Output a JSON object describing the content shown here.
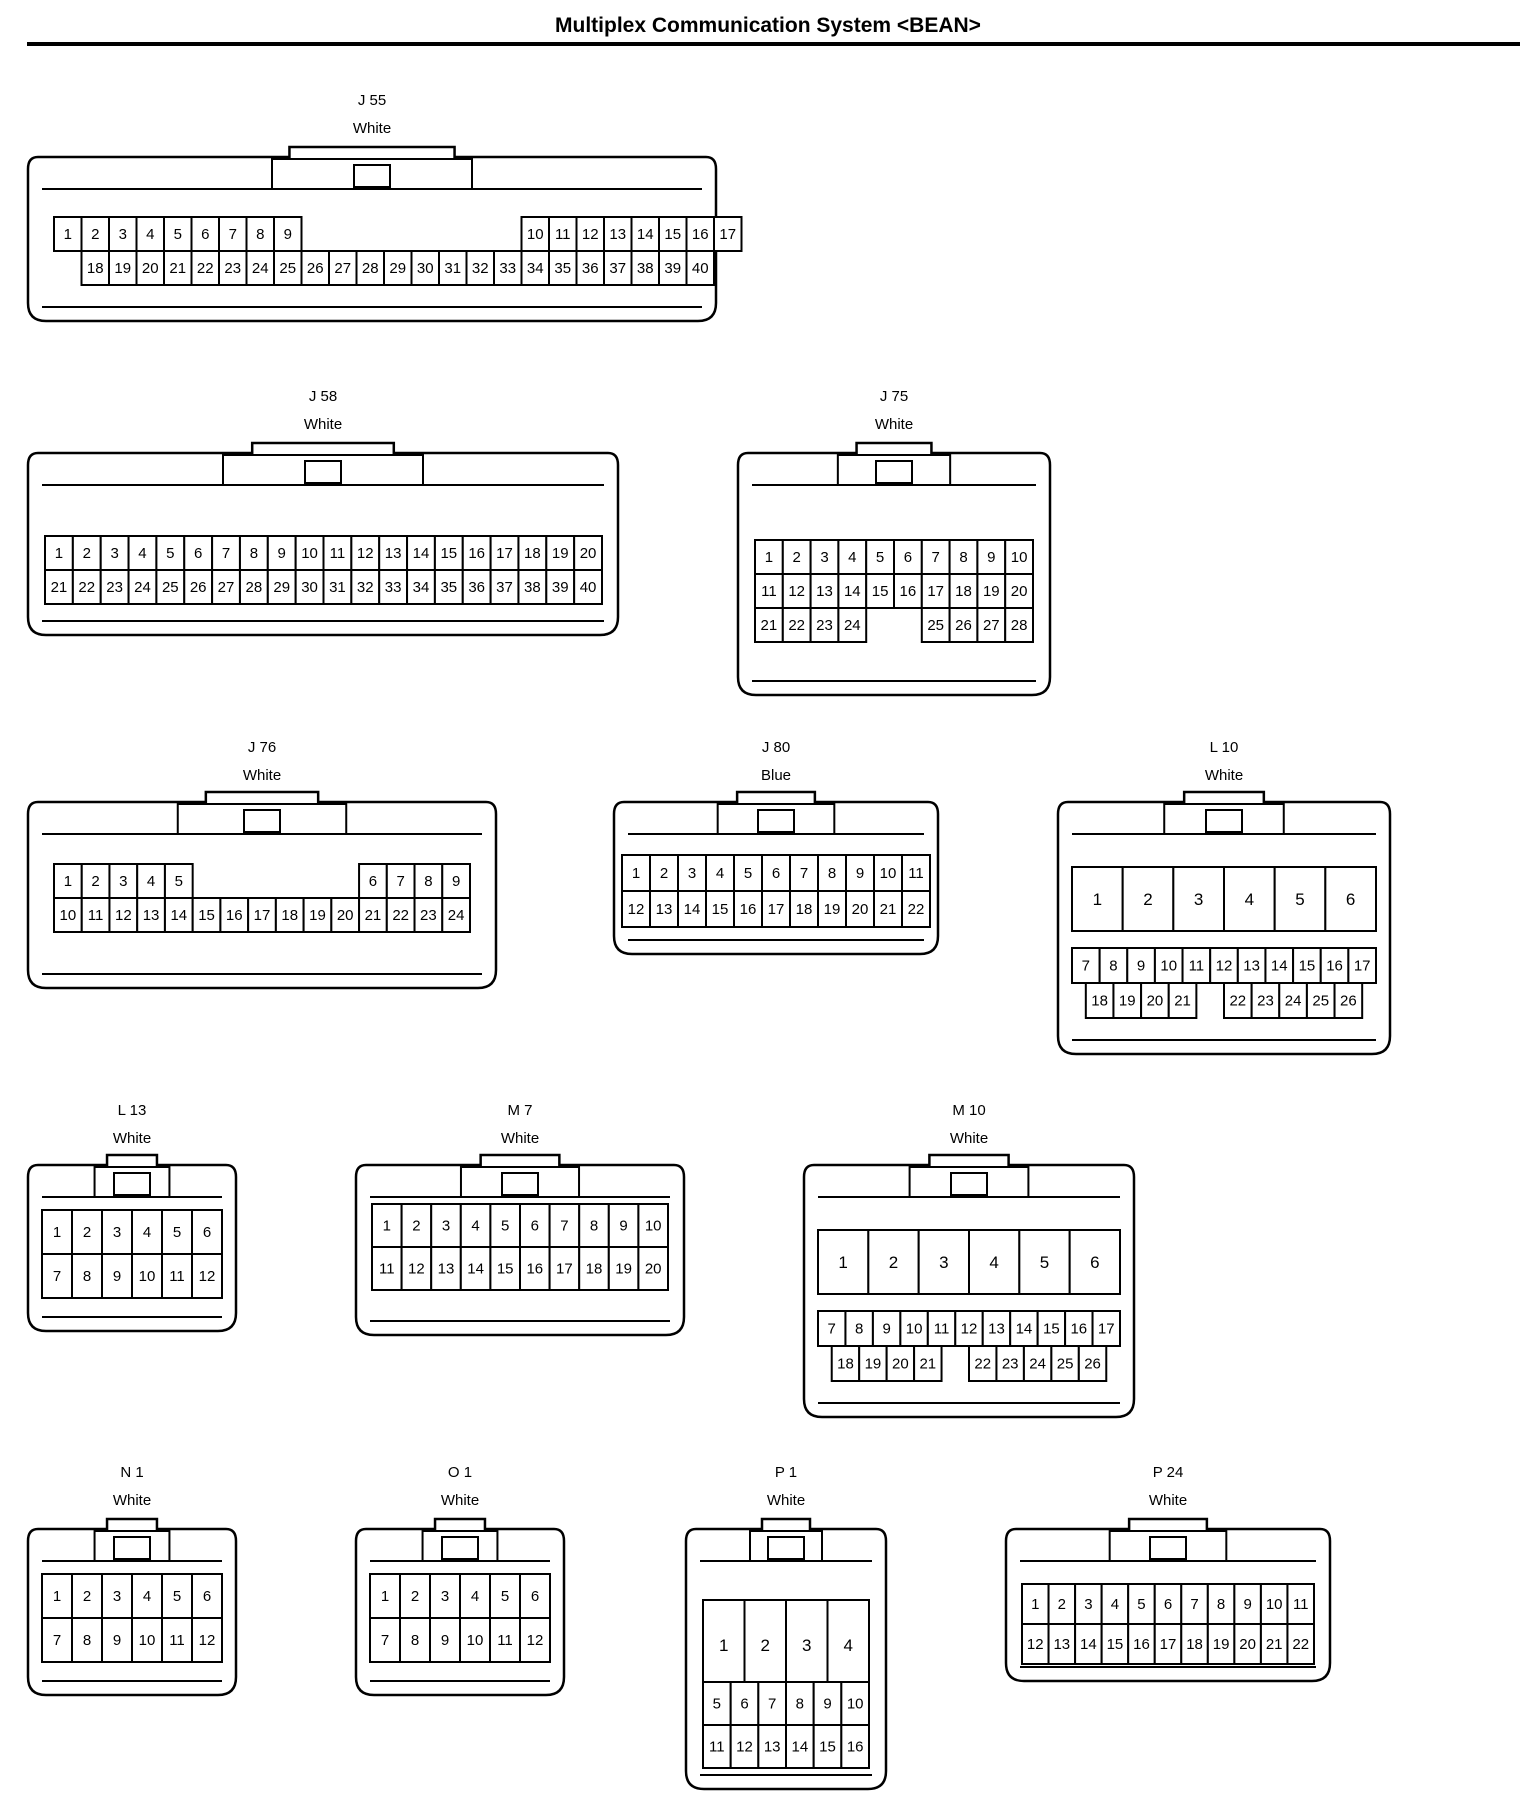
{
  "page_title": "Multiplex Communication System <BEAN>",
  "connectors": [
    {
      "id": "J 55",
      "color": "White",
      "style": "wide",
      "rows": [
        [
          "1",
          "2",
          "3",
          "4",
          "5",
          "6",
          "7",
          "8",
          "9",
          "",
          "",
          "",
          "",
          "",
          "",
          "",
          "",
          "10",
          "11",
          "12",
          "13",
          "14",
          "15",
          "16",
          "17"
        ],
        [
          "18",
          "19",
          "20",
          "21",
          "22",
          "23",
          "24",
          "25",
          "26",
          "27",
          "28",
          "29",
          "30",
          "31",
          "32",
          "33",
          "34",
          "35",
          "36",
          "37",
          "38",
          "39",
          "40"
        ]
      ]
    },
    {
      "id": "J 58",
      "color": "White",
      "style": "wide",
      "rows": [
        [
          "1",
          "2",
          "3",
          "4",
          "5",
          "6",
          "7",
          "8",
          "9",
          "10",
          "11",
          "12",
          "13",
          "14",
          "15",
          "16",
          "17",
          "18",
          "19",
          "20"
        ],
        [
          "21",
          "22",
          "23",
          "24",
          "25",
          "26",
          "27",
          "28",
          "29",
          "30",
          "31",
          "32",
          "33",
          "34",
          "35",
          "36",
          "37",
          "38",
          "39",
          "40"
        ]
      ]
    },
    {
      "id": "J 75",
      "color": "White",
      "style": "tall",
      "rows": [
        [
          "1",
          "2",
          "3",
          "4",
          "5",
          "6",
          "7",
          "8",
          "9",
          "10"
        ],
        [
          "11",
          "12",
          "13",
          "14",
          "15",
          "16",
          "17",
          "18",
          "19",
          "20"
        ],
        [
          "21",
          "22",
          "23",
          "24",
          "",
          "",
          "25",
          "26",
          "27",
          "28"
        ]
      ]
    },
    {
      "id": "J 76",
      "color": "White",
      "style": "wide",
      "rows": [
        [
          "1",
          "2",
          "3",
          "4",
          "5",
          "",
          "",
          "",
          "",
          "",
          "",
          "6",
          "7",
          "8",
          "9"
        ],
        [
          "10",
          "11",
          "12",
          "13",
          "14",
          "15",
          "16",
          "17",
          "18",
          "19",
          "20",
          "21",
          "22",
          "23",
          "24"
        ]
      ]
    },
    {
      "id": "J 80",
      "color": "Blue",
      "style": "wide",
      "rows": [
        [
          "1",
          "2",
          "3",
          "4",
          "5",
          "6",
          "7",
          "8",
          "9",
          "10",
          "11"
        ],
        [
          "12",
          "13",
          "14",
          "15",
          "16",
          "17",
          "18",
          "19",
          "20",
          "21",
          "22"
        ]
      ]
    },
    {
      "id": "L 10",
      "color": "White",
      "style": "tall",
      "big": [
        "1",
        "2",
        "3",
        "4",
        "5",
        "6"
      ],
      "rows": [
        [
          "7",
          "8",
          "9",
          "10",
          "11",
          "12",
          "13",
          "14",
          "15",
          "16",
          "17"
        ],
        [
          "18",
          "19",
          "20",
          "21",
          "",
          "22",
          "23",
          "24",
          "25",
          "26"
        ]
      ]
    },
    {
      "id": "L 13",
      "color": "White",
      "style": "small",
      "rows": [
        [
          "1",
          "2",
          "3",
          "4",
          "5",
          "6"
        ],
        [
          "7",
          "8",
          "9",
          "10",
          "11",
          "12"
        ]
      ]
    },
    {
      "id": "M 7",
      "color": "White",
      "style": "wide",
      "rows": [
        [
          "1",
          "2",
          "3",
          "4",
          "5",
          "6",
          "7",
          "8",
          "9",
          "10"
        ],
        [
          "11",
          "12",
          "13",
          "14",
          "15",
          "16",
          "17",
          "18",
          "19",
          "20"
        ]
      ]
    },
    {
      "id": "M 10",
      "color": "White",
      "style": "tall",
      "big": [
        "1",
        "2",
        "3",
        "4",
        "5",
        "6"
      ],
      "rows": [
        [
          "7",
          "8",
          "9",
          "10",
          "11",
          "12",
          "13",
          "14",
          "15",
          "16",
          "17"
        ],
        [
          "18",
          "19",
          "20",
          "21",
          "",
          "22",
          "23",
          "24",
          "25",
          "26"
        ]
      ]
    },
    {
      "id": "N 1",
      "color": "White",
      "style": "small",
      "rows": [
        [
          "1",
          "2",
          "3",
          "4",
          "5",
          "6"
        ],
        [
          "7",
          "8",
          "9",
          "10",
          "11",
          "12"
        ]
      ]
    },
    {
      "id": "O 1",
      "color": "White",
      "style": "small",
      "rows": [
        [
          "1",
          "2",
          "3",
          "4",
          "5",
          "6"
        ],
        [
          "7",
          "8",
          "9",
          "10",
          "11",
          "12"
        ]
      ]
    },
    {
      "id": "P 1",
      "color": "White",
      "style": "tall",
      "big": [
        "1",
        "2",
        "3",
        "4"
      ],
      "rows": [
        [
          "5",
          "6",
          "7",
          "8",
          "9",
          "10"
        ],
        [
          "11",
          "12",
          "13",
          "14",
          "15",
          "16"
        ]
      ]
    },
    {
      "id": "P 24",
      "color": "White",
      "style": "wide",
      "rows": [
        [
          "1",
          "2",
          "3",
          "4",
          "5",
          "6",
          "7",
          "8",
          "9",
          "10",
          "11"
        ],
        [
          "12",
          "13",
          "14",
          "15",
          "16",
          "17",
          "18",
          "19",
          "20",
          "21",
          "22"
        ]
      ]
    }
  ]
}
